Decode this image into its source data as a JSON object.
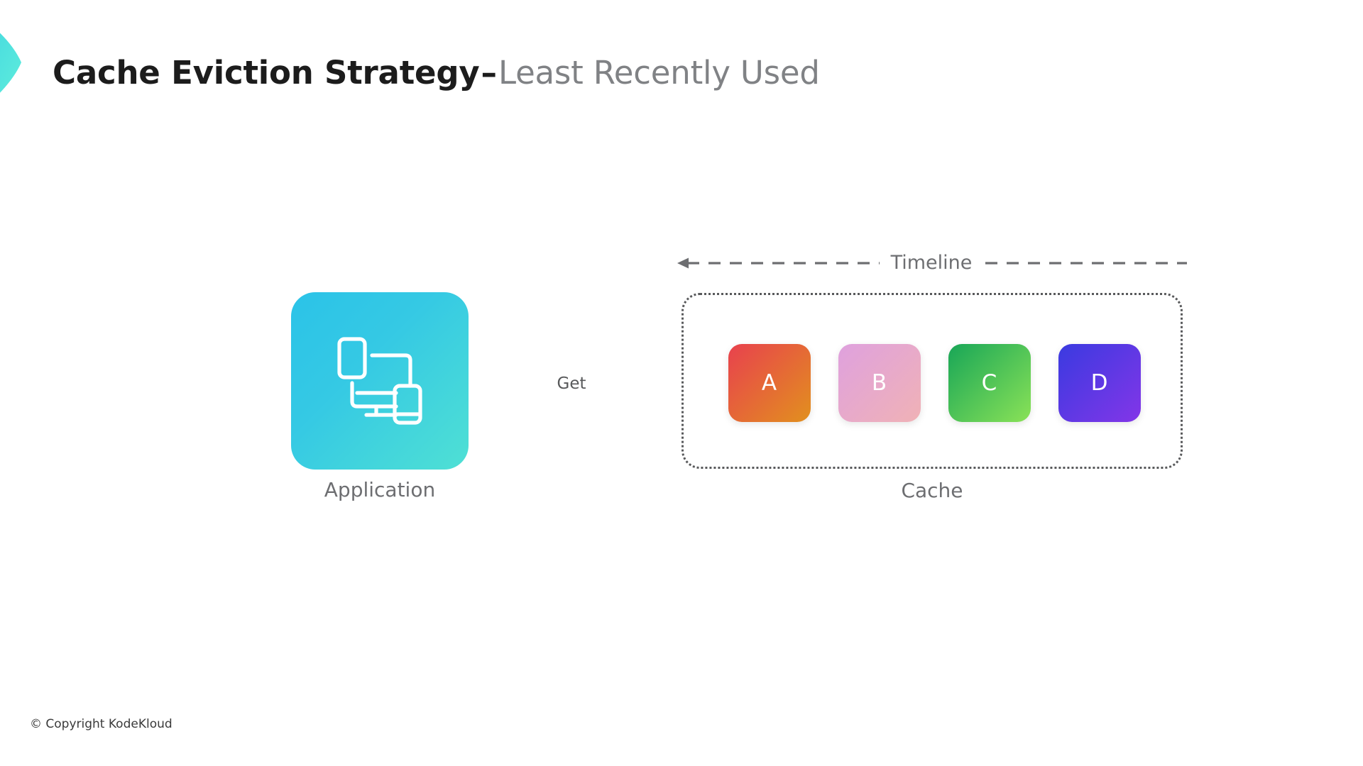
{
  "slide": {
    "background_color": "#ffffff",
    "brand_mark": {
      "icon": "chevron-brand-mark",
      "color_start": "#3ad0e0",
      "color_end": "#5df0dc"
    },
    "title": {
      "main": "Cache Eviction Strategy",
      "separator": "–",
      "subtitle": "Least Recently Used",
      "main_color": "#1c1c1c",
      "subtitle_color": "#808285"
    },
    "footer": {
      "copyright": "© Copyright KodeKloud"
    }
  },
  "diagram": {
    "application": {
      "label": "Application",
      "icon": "devices-icon",
      "tile_color_start": "#2bc3e8",
      "tile_color_end": "#4fe0d4",
      "label_color": "#6d6e71"
    },
    "get_arrow": {
      "label": "Get",
      "direction": "right",
      "line_color": "#eda79a",
      "label_color": "#58595b"
    },
    "timeline": {
      "label": "Timeline",
      "direction": "left",
      "line_style": "dashed",
      "line_color": "#6d6e71",
      "label_color": "#6d6e71"
    },
    "cache": {
      "label": "Cache",
      "border_style": "dotted",
      "border_color": "#58595b",
      "label_color": "#6d6e71",
      "items": [
        {
          "label": "A",
          "color_start": "#e8414e",
          "color_end": "#e2901e"
        },
        {
          "label": "B",
          "color_start": "#dfa1de",
          "color_end": "#f0b2b6"
        },
        {
          "label": "C",
          "color_start": "#18a657",
          "color_end": "#8ae257"
        },
        {
          "label": "D",
          "color_start": "#3a3ae0",
          "color_end": "#8336e8"
        }
      ]
    }
  }
}
